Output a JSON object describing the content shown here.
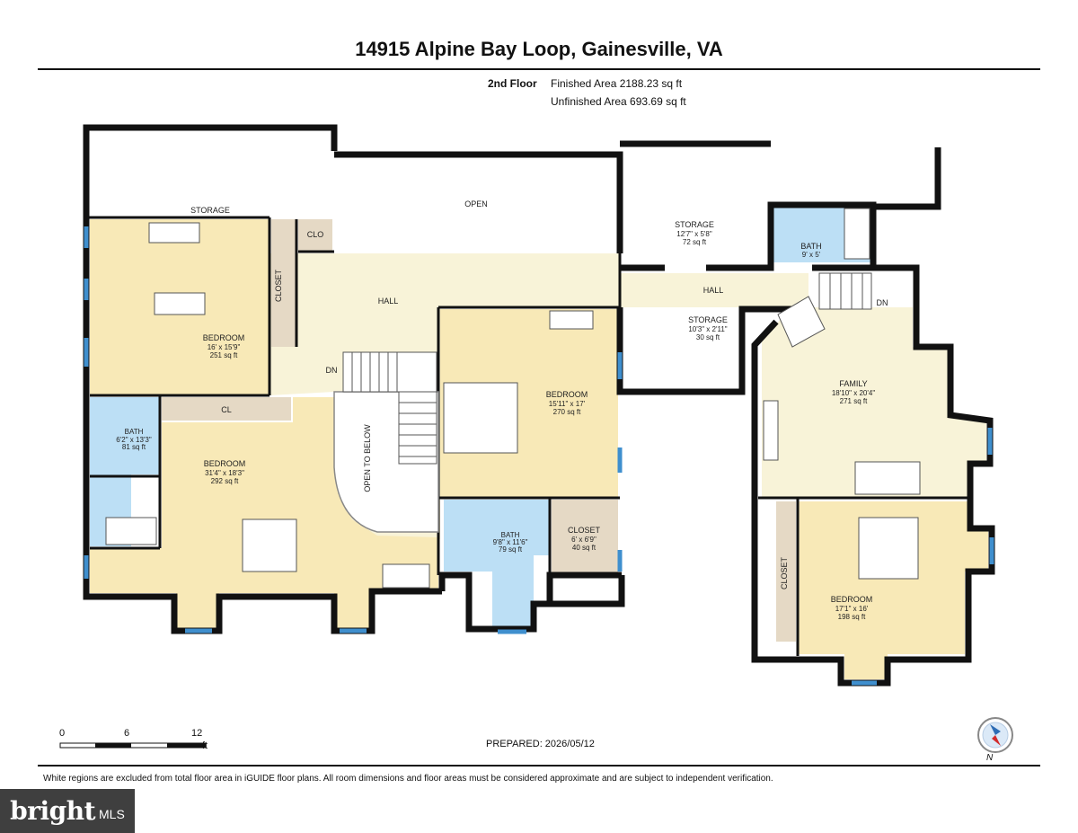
{
  "header": {
    "title": "14915 Alpine Bay Loop, Gainesville, VA",
    "floor_label": "2nd Floor",
    "finished_area": "Finished Area 2188.23 sq ft",
    "unfinished_area": "Unfinished Area 693.69 sq ft"
  },
  "colors": {
    "bedroom": "#f8e9b7",
    "hall": "#f8f3d8",
    "bath": "#bcdff5",
    "closet": "#e5d9c5",
    "wall": "#111111",
    "window": "#3f8fce"
  },
  "rooms": {
    "storage_top": {
      "name": "STORAGE"
    },
    "open": {
      "name": "OPEN"
    },
    "storage_1": {
      "name": "STORAGE",
      "dims": "12'7\" x 5'8\"",
      "area": "72 sq ft"
    },
    "bath_top": {
      "name": "BATH",
      "dims": "9' x 5'"
    },
    "clo": {
      "name": "CLO"
    },
    "closet_left": {
      "name": "CLOSET"
    },
    "hall_main": {
      "name": "HALL"
    },
    "hall_right": {
      "name": "HALL"
    },
    "stairs_down_right": {
      "name": "DN"
    },
    "storage_2": {
      "name": "STORAGE",
      "dims": "10'3\" x 2'11\"",
      "area": "30 sq ft"
    },
    "bedroom_1": {
      "name": "BEDROOM",
      "dims": "16' x 15'9\"",
      "area": "251 sq ft"
    },
    "stairs_down_main": {
      "name": "DN"
    },
    "bedroom_2": {
      "name": "BEDROOM",
      "dims": "15'11\" x 17'",
      "area": "270 sq ft"
    },
    "family": {
      "name": "FAMILY",
      "dims": "18'10\" x 20'4\"",
      "area": "271 sq ft"
    },
    "cl": {
      "name": "CL"
    },
    "bath_left": {
      "name": "BATH",
      "dims": "6'2\" x 13'3\"",
      "area": "81 sq ft"
    },
    "bedroom_3": {
      "name": "BEDROOM",
      "dims": "31'4\" x 18'3\"",
      "area": "292 sq ft"
    },
    "open_to_below": {
      "name": "OPEN TO BELOW"
    },
    "bath_mid": {
      "name": "BATH",
      "dims": "9'8\" x 11'6\"",
      "area": "79 sq ft"
    },
    "closet_mid": {
      "name": "CLOSET",
      "dims": "6' x 6'9\"",
      "area": "40 sq ft"
    },
    "closet_right": {
      "name": "CLOSET"
    },
    "bedroom_4": {
      "name": "BEDROOM",
      "dims": "17'1\" x 16'",
      "area": "198 sq ft"
    }
  },
  "scale": {
    "zero": "0",
    "six": "6",
    "twelve": "12",
    "unit": "ft"
  },
  "prepared": "PREPARED: 2026/05/12",
  "compass": {
    "north": "N"
  },
  "disclaimer": "White regions are excluded from total floor area in iGUIDE floor plans. All room dimensions and floor areas must be considered approximate and are subject to independent verification.",
  "logo": {
    "brand": "bright",
    "suffix": "MLS"
  }
}
